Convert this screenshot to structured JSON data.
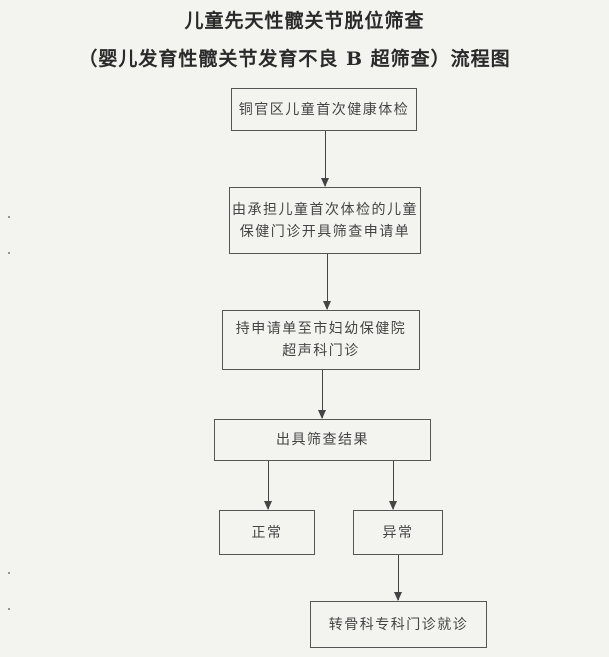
{
  "title": {
    "line1": "儿童先天性髋关节脱位筛查",
    "line2": "（婴儿发育性髋关节发育不良 B 超筛查）流程图"
  },
  "steps": {
    "s1": "铜官区儿童首次健康体检",
    "s2_line1": "由承担儿童首次体检的儿童",
    "s2_line2": "保健门诊开具筛查申请单",
    "s3_line1": "持申请单至市妇幼保健院",
    "s3_line2": "超声科门诊",
    "s4": "出具筛查结果",
    "normal": "正常",
    "abnormal": "异常",
    "referral": "转骨科专科门诊就诊"
  }
}
